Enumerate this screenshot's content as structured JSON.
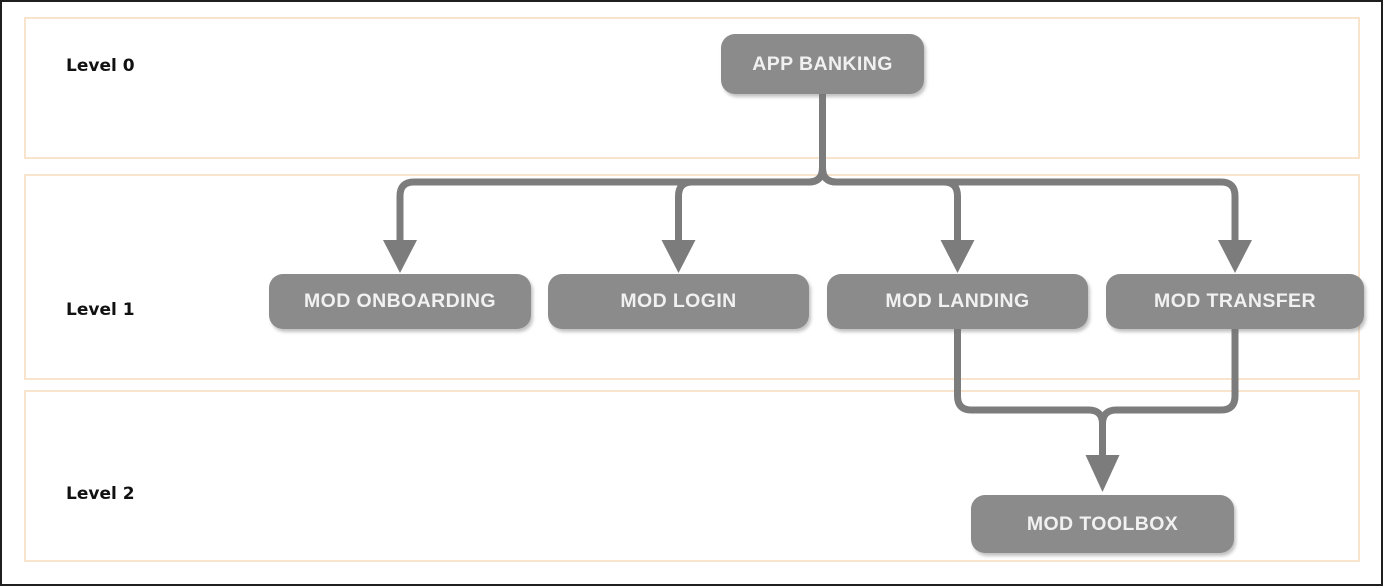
{
  "diagram": {
    "type": "hierarchy",
    "levels": [
      {
        "label": "Level 0"
      },
      {
        "label": "Level 1"
      },
      {
        "label": "Level 2"
      }
    ],
    "nodes": {
      "app_banking": {
        "label": "APP BANKING",
        "level": 0
      },
      "mod_onboarding": {
        "label": "MOD ONBOARDING",
        "level": 1
      },
      "mod_login": {
        "label": "MOD LOGIN",
        "level": 1
      },
      "mod_landing": {
        "label": "MOD LANDING",
        "level": 1
      },
      "mod_transfer": {
        "label": "MOD TRANSFER",
        "level": 1
      },
      "mod_toolbox": {
        "label": "MOD TOOLBOX",
        "level": 2
      }
    },
    "edges": [
      {
        "from": "APP BANKING",
        "to": "MOD ONBOARDING"
      },
      {
        "from": "APP BANKING",
        "to": "MOD LOGIN"
      },
      {
        "from": "APP BANKING",
        "to": "MOD LANDING"
      },
      {
        "from": "APP BANKING",
        "to": "MOD TRANSFER"
      },
      {
        "from": "MOD LANDING",
        "to": "MOD TOOLBOX"
      },
      {
        "from": "MOD TRANSFER",
        "to": "MOD TOOLBOX"
      }
    ],
    "colors": {
      "node_fill": "#8b8b8b",
      "node_text": "#f1f1f1",
      "connector": "#7c7c7c",
      "band_border": "#f8e3cd",
      "level_label_text": "#111111",
      "frame_border": "#1f1f1f",
      "background": "#ffffff"
    }
  }
}
